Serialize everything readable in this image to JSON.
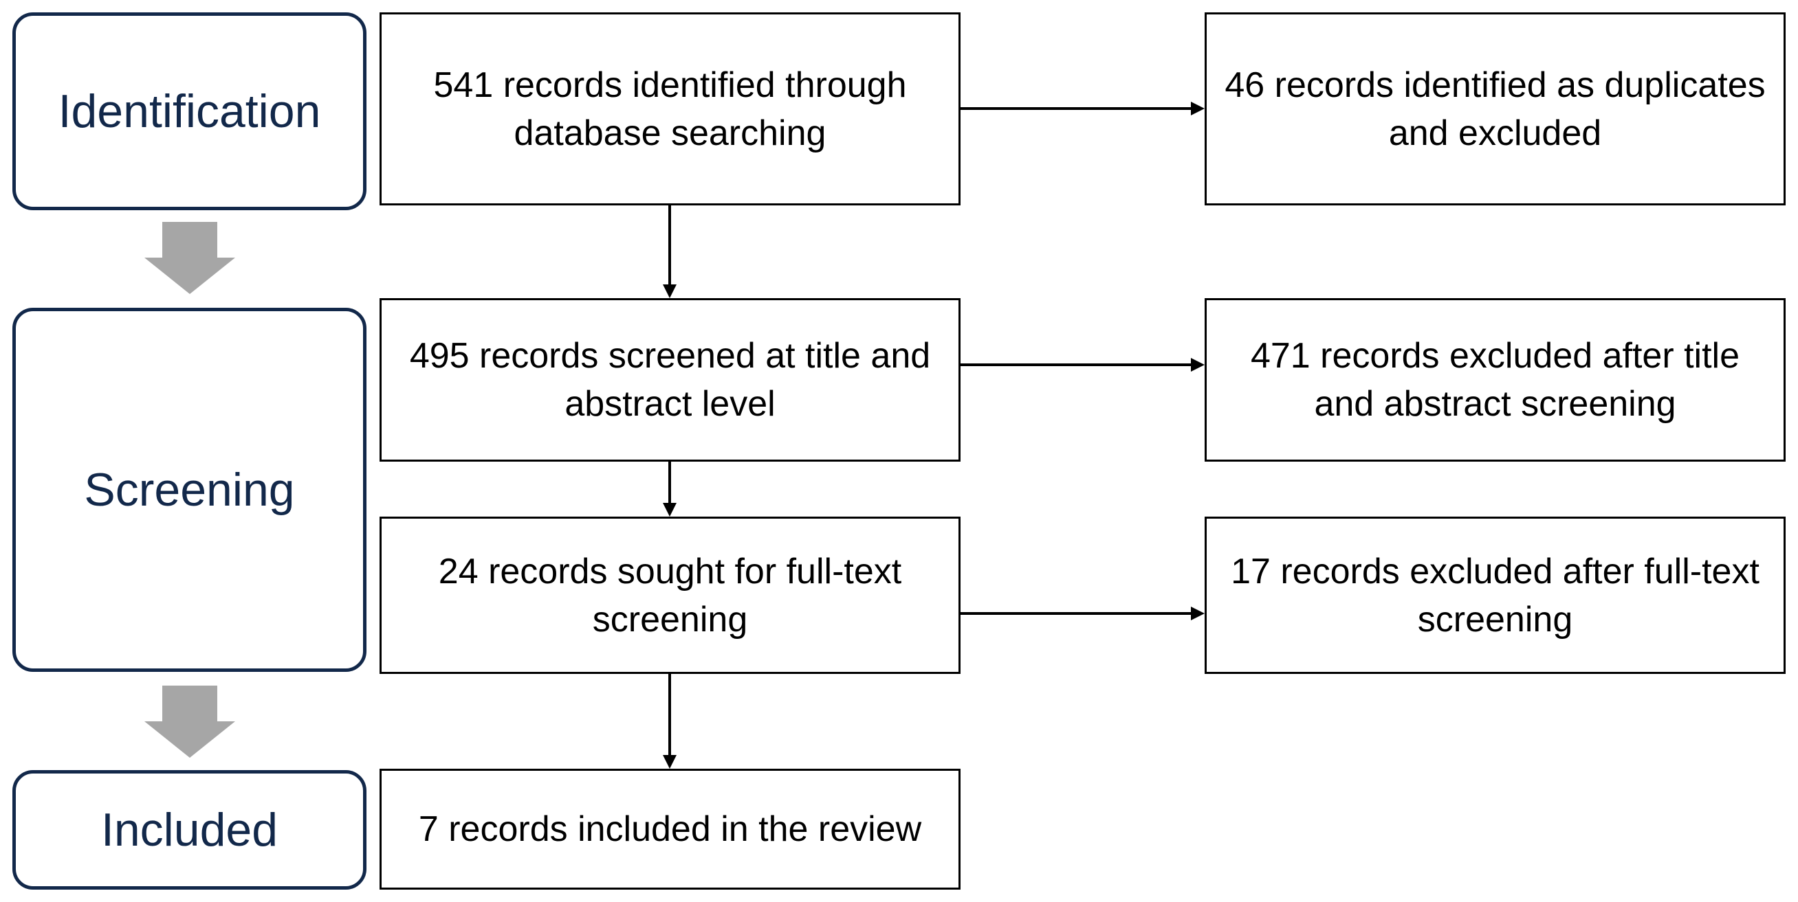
{
  "phases": {
    "identification": "Identification",
    "screening": "Screening",
    "included": "Included"
  },
  "boxes": {
    "identified": "541 records identified through database searching",
    "duplicates": "46 records identified as duplicates and excluded",
    "screened": "495 records screened at title and abstract level",
    "excluded_title_abstract": "471 records excluded after title and abstract screening",
    "sought_full_text": "24 records sought for full-text screening",
    "excluded_full_text": "17 records excluded after full-text screening",
    "included_review": "7 records included in the review"
  },
  "colors": {
    "phase_border": "#12284a",
    "phase_text": "#12284a",
    "phase_arrow": "#a6a6a6",
    "box_border": "#000000",
    "connector": "#000000"
  }
}
